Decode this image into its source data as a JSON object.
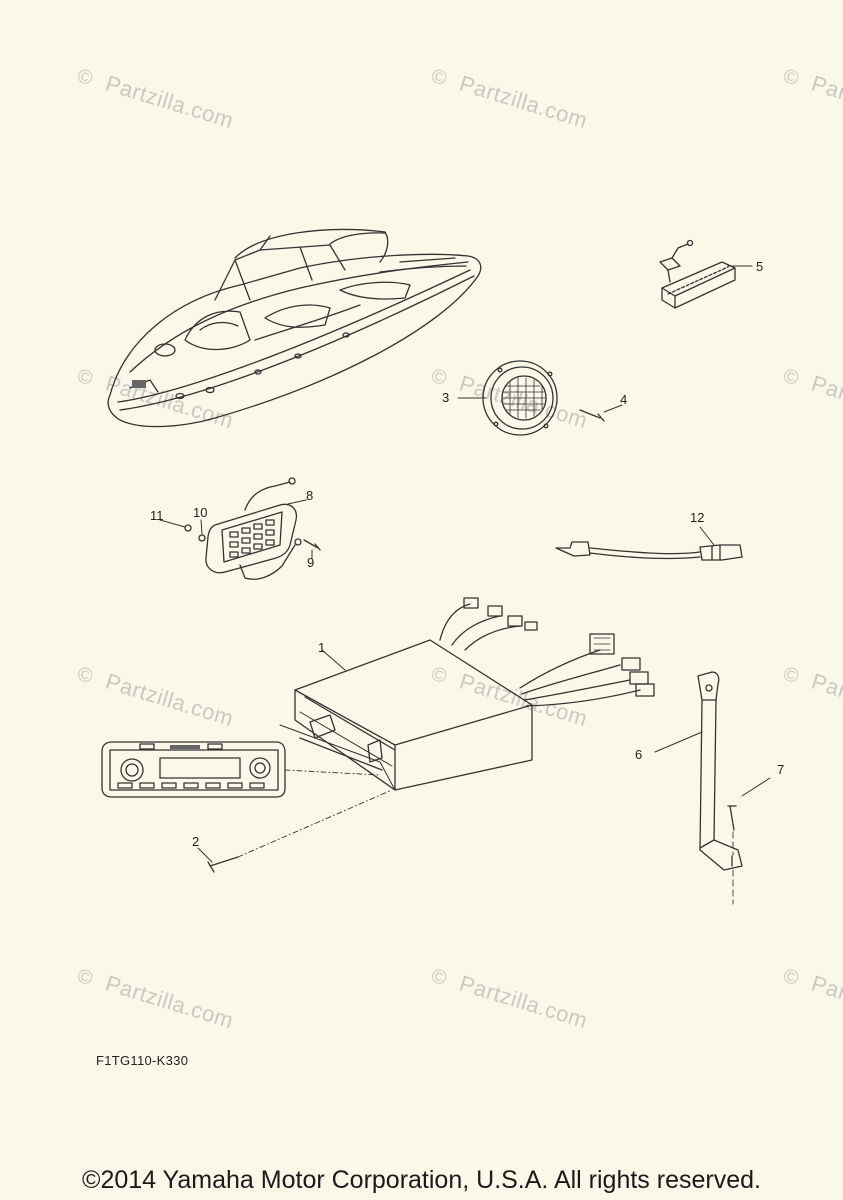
{
  "watermark": {
    "symbol": "©",
    "text": "Partzilla.com"
  },
  "callouts": {
    "c1": "1",
    "c2": "2",
    "c3": "3",
    "c4": "4",
    "c5": "5",
    "c6": "6",
    "c7": "7",
    "c8": "8",
    "c9": "9",
    "c10": "10",
    "c11": "11",
    "c12": "12"
  },
  "diagram_code": "F1TG110-K330",
  "copyright": "©2014 Yamaha Motor Corporation, U.S.A. All rights reserved.",
  "colors": {
    "background": "#fbf8e9",
    "line": "#333333",
    "watermark": "#c9c9c4"
  }
}
